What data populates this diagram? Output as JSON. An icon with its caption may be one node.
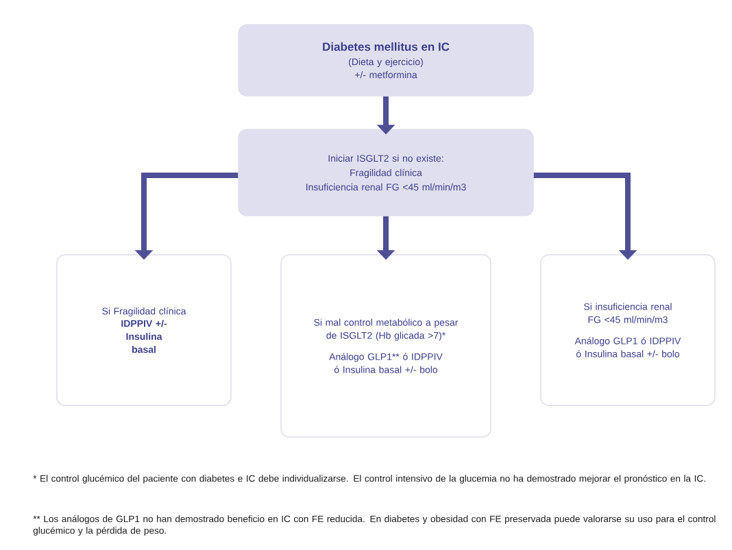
{
  "diagram": {
    "nodes": [
      {
        "text": [
          "Diabetes mellitus en IC",
          "(Dieta y ejercicio) +/- metformina"
        ]
      },
      {
        "text": [
          "Iniciar ISGLT2 si no existe:",
          "Fragilidad clínica",
          "Insuficiencia renal FG <45 ml/min/m3"
        ]
      },
      {
        "text": [
          "Si Fragilidad clínica",
          "IDPPIV +/- Insulina basal"
        ]
      },
      {
        "text": [
          "Si mal control metabólico a pesar de ISGLT2 (Hb glicada >7)*",
          "Análogo GLP1** ó IDPPIV ó Insulina basal +/- bolo"
        ]
      },
      {
        "text": [
          "Si insuficiencia renal FG <45 ml/min/m3",
          "Análogo GLP1 ó IDPPIV ó Insulina basal +/- bolo"
        ]
      }
    ],
    "edges": [
      {
        "from": 0,
        "to": 1,
        "arrow": "to"
      },
      {
        "from": 1,
        "to": 2,
        "arrow": "to"
      },
      {
        "from": 1,
        "to": 3,
        "arrow": "to"
      },
      {
        "from": 1,
        "to": 4,
        "arrow": "to"
      }
    ],
    "labels": [
      "* El control glucémico del paciente con diabetes e IC debe individualizarse. El control intensivo de la glucemia no ha demostrado mejorar el pronóstico en la IC.",
      "** Los análogos de GLP1 no han demostrado beneficio en IC con FE reducida. En diabetes y obesidad con FE preservada puede valorarse su uso para el control glucémico y la pérdida de peso."
    ]
  }
}
